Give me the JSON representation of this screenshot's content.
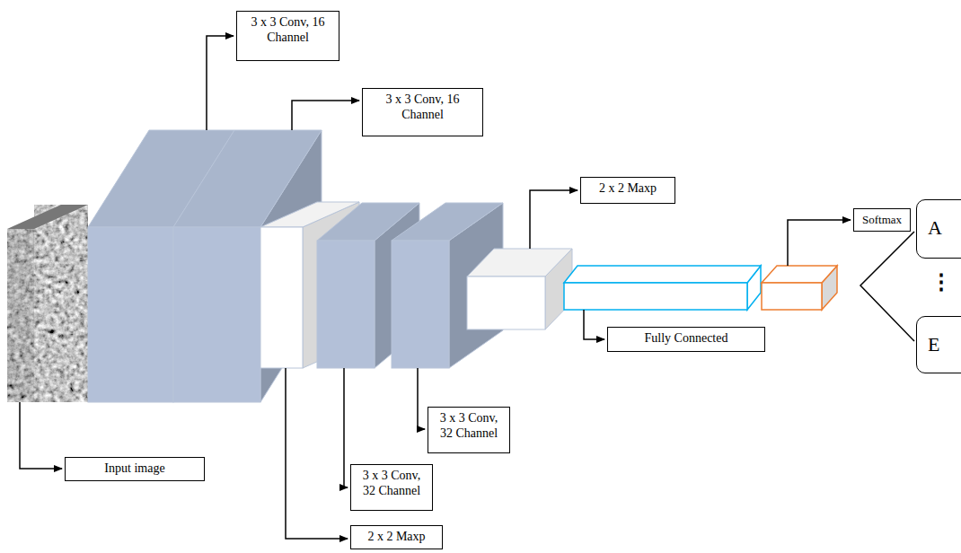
{
  "diagram": {
    "nodes": [
      {
        "text": [
          "3 x 3 Conv, 16 Channel"
        ]
      },
      {
        "text": [
          "3 x 3 Conv, 16 Channel"
        ]
      },
      {
        "text": [
          "2 x 2 Maxp"
        ]
      },
      {
        "text": [
          "Softmax"
        ]
      },
      {
        "text": [
          "A"
        ]
      },
      {
        "text": [
          "E"
        ]
      },
      {
        "text": [
          "Fully Connected"
        ]
      },
      {
        "text": [
          "3 x 3 Conv, 32 Channel"
        ]
      },
      {
        "text": [
          "Input image"
        ]
      },
      {
        "text": [
          "3 x 3 Conv, 32 Channel"
        ]
      },
      {
        "text": [
          "2 x 2 Maxp"
        ]
      }
    ],
    "labels": [
      "⋮"
    ]
  }
}
